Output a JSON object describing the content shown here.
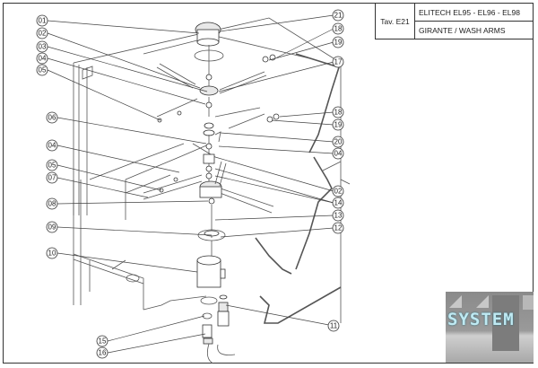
{
  "title_block": {
    "table_ref": "Tav. E21",
    "model": "ELITECH EL95 - EL96 - EL98",
    "description": "GIRANTE / WASH ARMS"
  },
  "logo": {
    "text": "SYSTEM"
  },
  "callouts": {
    "left": [
      "01",
      "02",
      "03",
      "04",
      "05",
      "06",
      "04",
      "05",
      "07",
      "08",
      "09",
      "10",
      "15",
      "16"
    ],
    "right": [
      "21",
      "18",
      "19",
      "17",
      "18",
      "19",
      "20",
      "04",
      "02",
      "14",
      "13",
      "12",
      "11"
    ]
  },
  "colors": {
    "line": "#444444",
    "logo_text": "#bfe9f2"
  }
}
